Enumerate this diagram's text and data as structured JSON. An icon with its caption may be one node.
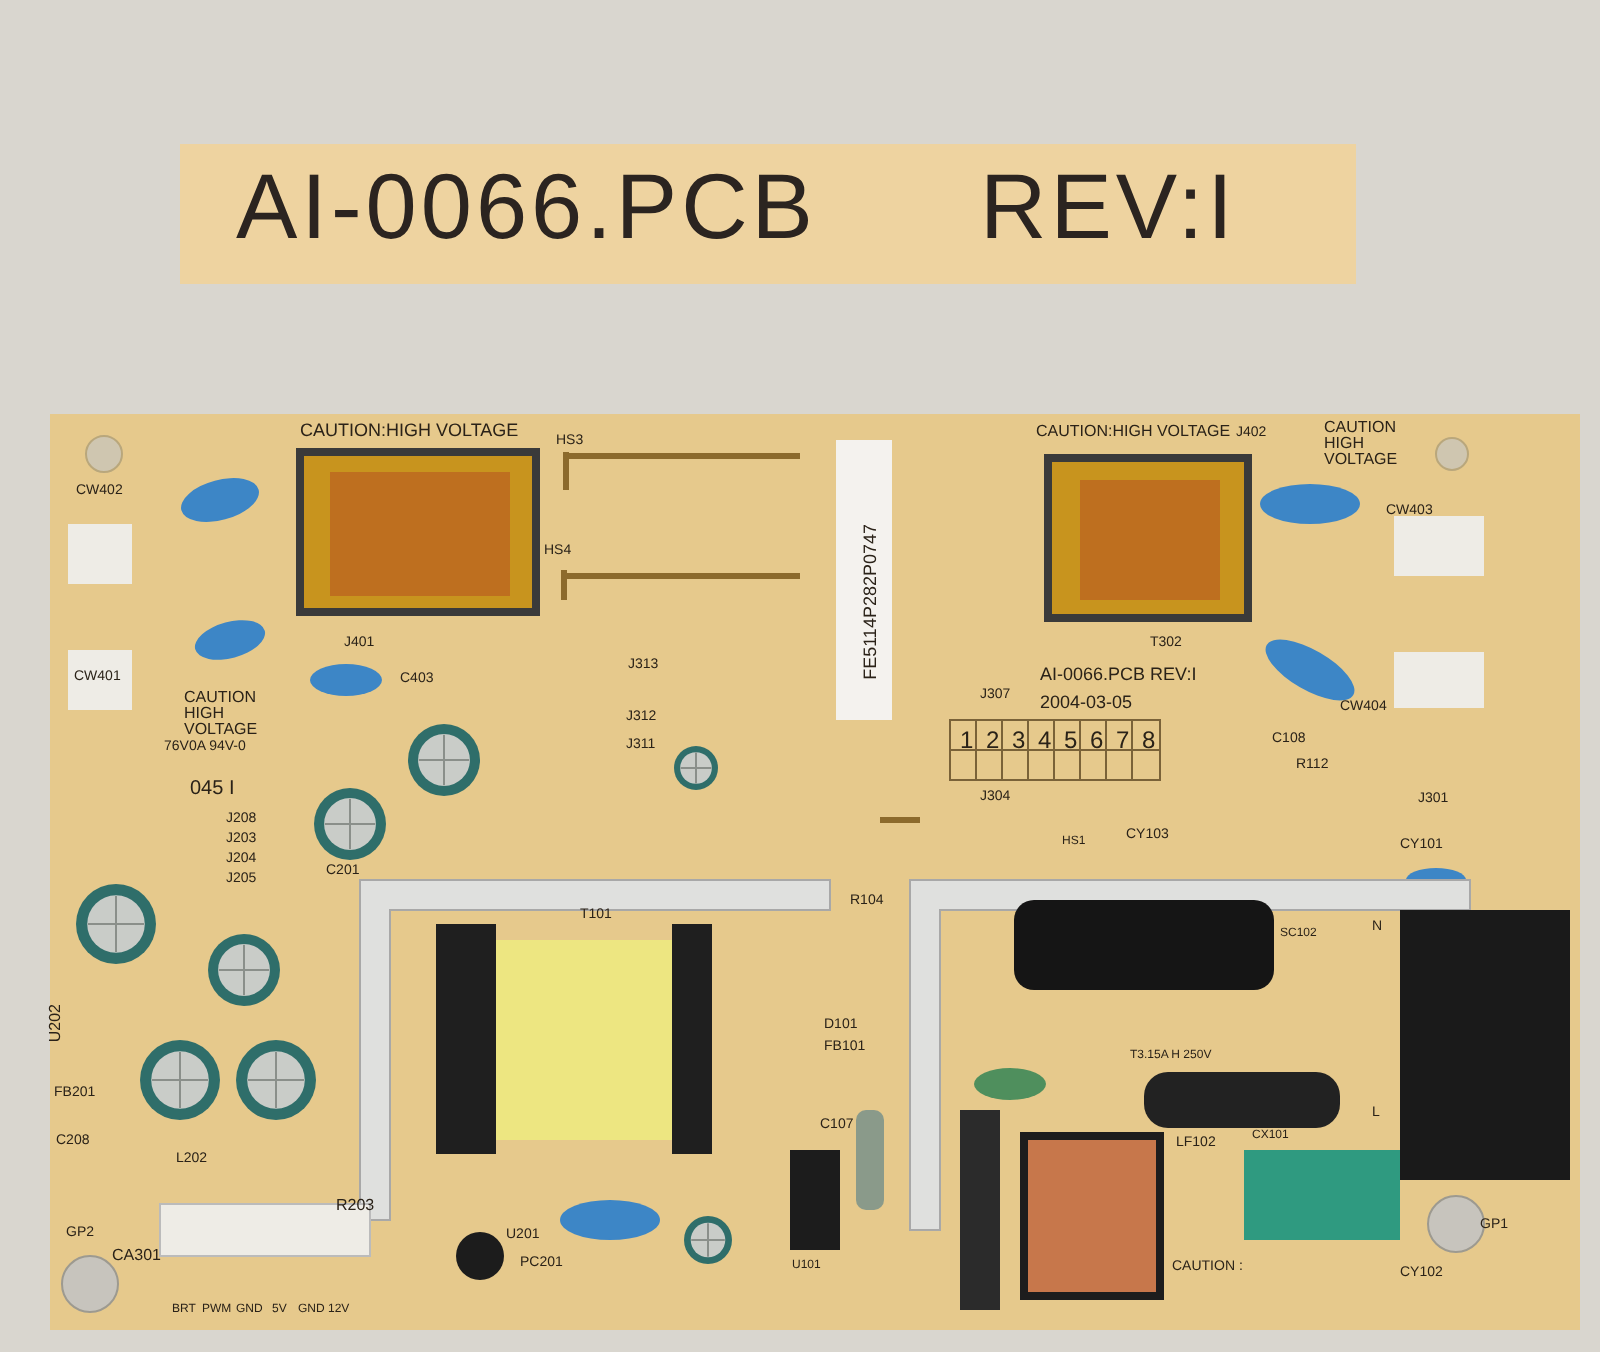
{
  "diagram": {
    "labels": [
      "AI-0066.PCB",
      "REV:I",
      "CAUTION:HIGH VOLTAGE",
      "HS3",
      "CAUTION:HIGH VOLTAGE",
      "J402",
      "CAUTION HIGH VOLTAGE",
      "CW402",
      "CW403",
      "HS4",
      "FE5114P282P0747",
      "J401",
      "T302",
      "CW401",
      "C403",
      "J313",
      "AI-0066.PCB REV:I",
      "CAUTION HIGH VOLTAGE",
      "2004-03-05",
      "J307",
      "CW404",
      "J312",
      "1",
      "2",
      "3",
      "4",
      "5",
      "6",
      "7",
      "8",
      "C108",
      "76V0A 94V-0",
      "J311",
      "R112",
      "045 I",
      "J304",
      "J301",
      "J208",
      "J203",
      "CY103",
      "HS1",
      "CY101",
      "J204",
      "J205",
      "C201",
      "R104",
      "T101",
      "SC102",
      "N",
      "D101",
      "FB101",
      "T3.15A H 250V",
      "U202",
      "FB201",
      "L",
      "C107",
      "LF102",
      "CX101",
      "C208",
      "L202",
      "R203",
      "GP2",
      "U201",
      "GP1",
      "CA301",
      "PC201",
      "U101",
      "CAUTION :",
      "CY102",
      "BRT",
      "PWM",
      "GND",
      "5V",
      "GND",
      "12V"
    ]
  }
}
